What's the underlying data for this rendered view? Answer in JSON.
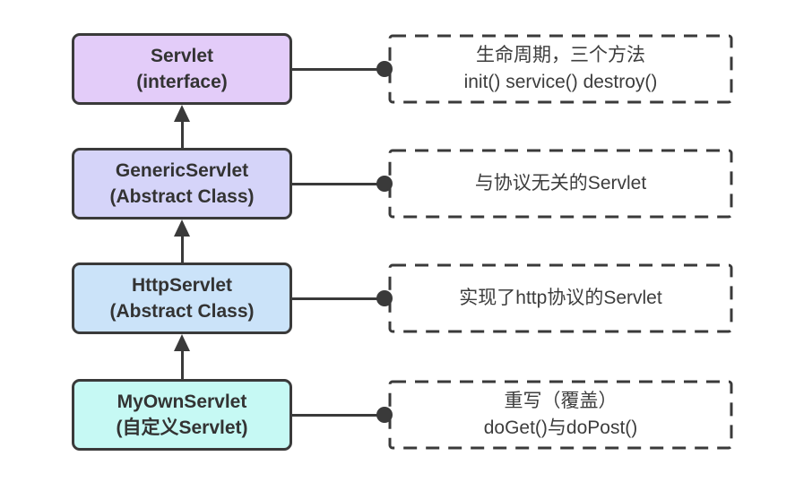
{
  "diagram": {
    "title_hint": "Servlet class hierarchy diagram",
    "colors": {
      "stroke": "#3a3a3a",
      "text": "#333333",
      "servlet_fill": "#e3ccf9",
      "generic_servlet_fill": "#d5d4f9",
      "http_servlet_fill": "#cbe3f9",
      "my_own_servlet_fill": "#c6f9f4",
      "background": "#ffffff"
    },
    "rows": [
      {
        "class_name": "Servlet",
        "class_subtitle": "(interface)",
        "fill": "#e3ccf9",
        "note_line1": "生命周期，三个方法",
        "note_line2": "init() service() destroy()"
      },
      {
        "class_name": "GenericServlet",
        "class_subtitle": "(Abstract Class)",
        "fill": "#d5d4f9",
        "note_line1": "与协议无关的Servlet",
        "note_line2": ""
      },
      {
        "class_name": "HttpServlet",
        "class_subtitle": "(Abstract Class)",
        "fill": "#cbe3f9",
        "note_line1": "实现了http协议的Servlet",
        "note_line2": ""
      },
      {
        "class_name": "MyOwnServlet",
        "class_subtitle": "(自定义Servlet)",
        "fill": "#c6f9f4",
        "note_line1": "重写（覆盖）",
        "note_line2": "doGet()与doPost()"
      }
    ]
  }
}
